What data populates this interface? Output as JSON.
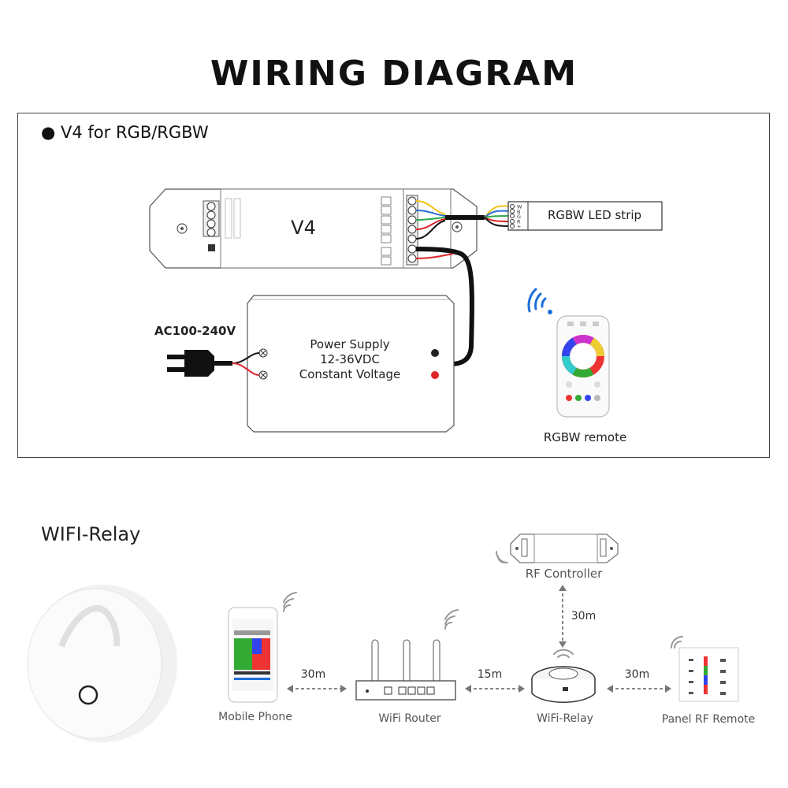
{
  "title": "WIRING DIAGRAM",
  "section_v4": {
    "label": "● V4 for RGB/RGBW",
    "controller_label": "V4",
    "strip_label": "RGBW LED strip",
    "strip_pins": [
      "W",
      "B",
      "G",
      "R",
      "+"
    ],
    "ac_label": "AC100-240V",
    "psu_line1": "Power Supply",
    "psu_line2": "12-36VDC",
    "psu_line3": "Constant Voltage",
    "remote_label": "RGBW remote"
  },
  "section_wifi": {
    "title": "WIFI-Relay",
    "rf_controller_label": "RF Controller",
    "mobile_label": "Mobile Phone",
    "router_label": "WiFi Router",
    "relay_label": "WiFi-Relay",
    "panel_label": "Panel RF Remote",
    "dist_phone_router": "30m",
    "dist_router_relay": "15m",
    "dist_relay_panel": "30m",
    "dist_relay_rf": "30m"
  },
  "colors": {
    "wire_black": "#111111",
    "wire_red": "#e0242a",
    "wire_green": "#2aa84a",
    "wire_blue": "#2b6fd0",
    "wire_yellow": "#f2c21b",
    "frame": "#444444",
    "signal_blue": "#1e6fd9"
  }
}
